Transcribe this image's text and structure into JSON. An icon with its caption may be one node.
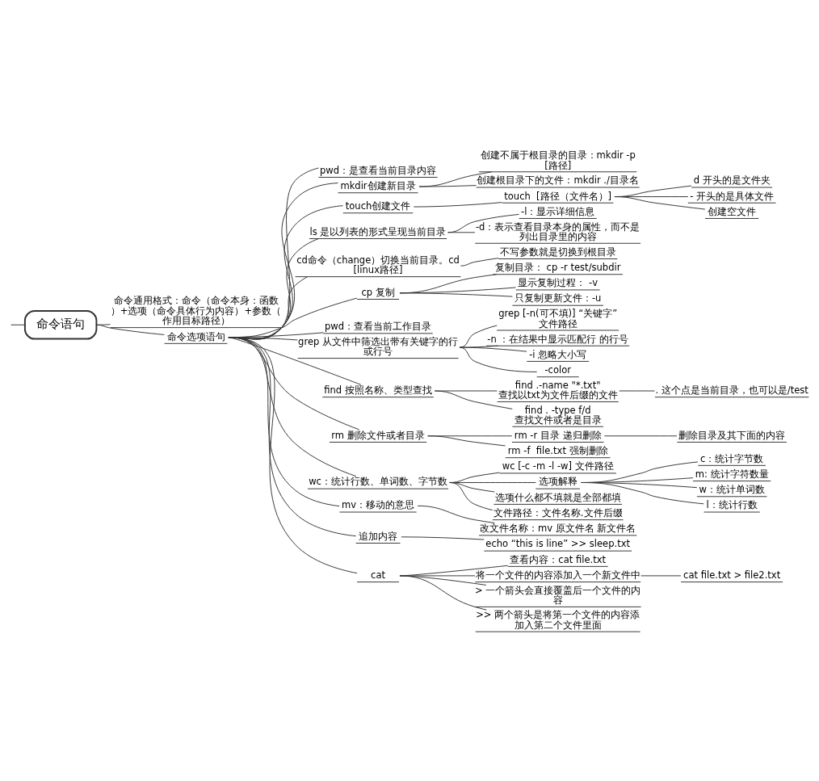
{
  "diagram": {
    "nodes": [
      {
        "text": [
          "命令语句"
        ]
      },
      {
        "text": [
          "命令通用格式：命令（命令本身：函数）+选项（命令具体行为内容）+参数（作用目标路径）"
        ]
      },
      {
        "text": [
          "命令选项语句"
        ]
      },
      {
        "text": [
          "pwd：是查看当前目录内容"
        ]
      },
      {
        "text": [
          "mkdir创建新目录"
        ]
      },
      {
        "text": [
          "创建不属于根目录的目录：mkdir -p [路径]"
        ]
      },
      {
        "text": [
          "创建根目录下的文件：mkdir ./目录名"
        ]
      },
      {
        "text": [
          "touch创建文件"
        ]
      },
      {
        "text": [
          "touch  [路径（文件名）]"
        ]
      },
      {
        "text": [
          "d 开头的是文件夹"
        ]
      },
      {
        "text": [
          "- 开头的是具体文件"
        ]
      },
      {
        "text": [
          "创建空文件"
        ]
      },
      {
        "text": [
          "ls 是以列表的形式呈现当前目录"
        ]
      },
      {
        "text": [
          "-l：显示详细信息"
        ]
      },
      {
        "text": [
          "-d：表示查看目录本身的属性，而不是列出目录里的内容"
        ]
      },
      {
        "text": [
          "cd命令（change）切换当前目录。cd [linux路径]"
        ]
      },
      {
        "text": [
          "不写参数就是切换到根目录"
        ]
      },
      {
        "text": [
          "cp 复制"
        ]
      },
      {
        "text": [
          "复制目录： cp -r test/subdir"
        ]
      },
      {
        "text": [
          "显示复制过程： -v"
        ]
      },
      {
        "text": [
          "只复制更新文件：-u"
        ]
      },
      {
        "text": [
          "pwd：查看当前工作目录"
        ]
      },
      {
        "text": [
          "grep 从文件中筛选出带有关键字的行或行号"
        ]
      },
      {
        "text": [
          "grep [-n(可不填)] “关键字” 文件路径"
        ]
      },
      {
        "text": [
          "-n ：在结果中显示匹配行 的行号"
        ]
      },
      {
        "text": [
          "-i 忽略大小写"
        ]
      },
      {
        "text": [
          "-color"
        ]
      },
      {
        "text": [
          "find 按照名称、类型查找"
        ]
      },
      {
        "text": [
          "find .-name \"*.txt\" 查找以txt为文件后缀的文件"
        ]
      },
      {
        "text": [
          ". 这个点是当前目录，也可以是/test"
        ]
      },
      {
        "text": [
          "find . -type f/d 查找文件或者是目录"
        ]
      },
      {
        "text": [
          "rm 删除文件或者目录"
        ]
      },
      {
        "text": [
          "rm -r 目录 递归删除"
        ]
      },
      {
        "text": [
          "删除目录及其下面的内容"
        ]
      },
      {
        "text": [
          "rm -f  file.txt 强制删除"
        ]
      },
      {
        "text": [
          "wc：统计行数、单词数、字节数"
        ]
      },
      {
        "text": [
          "wc [-c -m -l -w] 文件路径"
        ]
      },
      {
        "text": [
          "选项解释"
        ]
      },
      {
        "text": [
          "c：统计字节数"
        ]
      },
      {
        "text": [
          "m: 统计字符数量"
        ]
      },
      {
        "text": [
          "w：统计单词数"
        ]
      },
      {
        "text": [
          "l：统计行数"
        ]
      },
      {
        "text": [
          "选项什么都不填就是全部都填"
        ]
      },
      {
        "text": [
          "文件路径：文件名称.文件后缀"
        ]
      },
      {
        "text": [
          "mv：移动的意思"
        ]
      },
      {
        "text": [
          "改文件名称：mv 原文件名 新文件名"
        ]
      },
      {
        "text": [
          "追加内容"
        ]
      },
      {
        "text": [
          "echo “this is line” >> sleep.txt"
        ]
      },
      {
        "text": [
          "cat"
        ]
      },
      {
        "text": [
          "查看内容：cat file.txt"
        ]
      },
      {
        "text": [
          "将一个文件的内容添加入一个新文件中"
        ]
      },
      {
        "text": [
          "cat file.txt > file2.txt"
        ]
      },
      {
        "text": [
          "> 一个箭头会直接覆盖后一个文件的内容"
        ]
      },
      {
        "text": [
          ">> 两个箭头是将第一个文件的内容添加入第二个文件里面"
        ]
      }
    ],
    "edges": [
      {
        "from": null,
        "to": 0,
        "arrow": "none"
      },
      {
        "from": 0,
        "to": 1,
        "arrow": "none"
      },
      {
        "from": 0,
        "to": 2,
        "arrow": "none"
      },
      {
        "from": 2,
        "to": 3,
        "arrow": "none"
      },
      {
        "from": 2,
        "to": 4,
        "arrow": "none"
      },
      {
        "from": 4,
        "to": 5,
        "arrow": "none"
      },
      {
        "from": 4,
        "to": 6,
        "arrow": "none"
      },
      {
        "from": 2,
        "to": 7,
        "arrow": "none"
      },
      {
        "from": 7,
        "to": 8,
        "arrow": "none"
      },
      {
        "from": 8,
        "to": 9,
        "arrow": "none"
      },
      {
        "from": 8,
        "to": 10,
        "arrow": "none"
      },
      {
        "from": 8,
        "to": 11,
        "arrow": "none"
      },
      {
        "from": 2,
        "to": 12,
        "arrow": "none"
      },
      {
        "from": 12,
        "to": 13,
        "arrow": "none"
      },
      {
        "from": 12,
        "to": 14,
        "arrow": "none"
      },
      {
        "from": 2,
        "to": 15,
        "arrow": "none"
      },
      {
        "from": 15,
        "to": 16,
        "arrow": "none"
      },
      {
        "from": 2,
        "to": 17,
        "arrow": "none"
      },
      {
        "from": 17,
        "to": 18,
        "arrow": "none"
      },
      {
        "from": 17,
        "to": 19,
        "arrow": "none"
      },
      {
        "from": 17,
        "to": 20,
        "arrow": "none"
      },
      {
        "from": 2,
        "to": 21,
        "arrow": "none"
      },
      {
        "from": 2,
        "to": 22,
        "arrow": "none"
      },
      {
        "from": 22,
        "to": 23,
        "arrow": "none"
      },
      {
        "from": 22,
        "to": 24,
        "arrow": "none"
      },
      {
        "from": 22,
        "to": 25,
        "arrow": "none"
      },
      {
        "from": 22,
        "to": 26,
        "arrow": "none"
      },
      {
        "from": 2,
        "to": 27,
        "arrow": "none"
      },
      {
        "from": 27,
        "to": 28,
        "arrow": "none"
      },
      {
        "from": 28,
        "to": 29,
        "arrow": "none"
      },
      {
        "from": 27,
        "to": 30,
        "arrow": "none"
      },
      {
        "from": 2,
        "to": 31,
        "arrow": "none"
      },
      {
        "from": 31,
        "to": 32,
        "arrow": "none"
      },
      {
        "from": 32,
        "to": 33,
        "arrow": "none"
      },
      {
        "from": 31,
        "to": 34,
        "arrow": "none"
      },
      {
        "from": 2,
        "to": 35,
        "arrow": "none"
      },
      {
        "from": 35,
        "to": 36,
        "arrow": "none"
      },
      {
        "from": 35,
        "to": 37,
        "arrow": "none"
      },
      {
        "from": 37,
        "to": 38,
        "arrow": "none"
      },
      {
        "from": 37,
        "to": 39,
        "arrow": "none"
      },
      {
        "from": 37,
        "to": 40,
        "arrow": "none"
      },
      {
        "from": 37,
        "to": 41,
        "arrow": "none"
      },
      {
        "from": 35,
        "to": 42,
        "arrow": "none"
      },
      {
        "from": 35,
        "to": 43,
        "arrow": "none"
      },
      {
        "from": 2,
        "to": 44,
        "arrow": "none"
      },
      {
        "from": 44,
        "to": 45,
        "arrow": "none"
      },
      {
        "from": 2,
        "to": 46,
        "arrow": "none"
      },
      {
        "from": 46,
        "to": 47,
        "arrow": "none"
      },
      {
        "from": 2,
        "to": 48,
        "arrow": "none"
      },
      {
        "from": 48,
        "to": 49,
        "arrow": "none"
      },
      {
        "from": 48,
        "to": 50,
        "arrow": "none"
      },
      {
        "from": 50,
        "to": 51,
        "arrow": "none"
      },
      {
        "from": 48,
        "to": 52,
        "arrow": "none"
      },
      {
        "from": 48,
        "to": 53,
        "arrow": "none"
      }
    ]
  }
}
